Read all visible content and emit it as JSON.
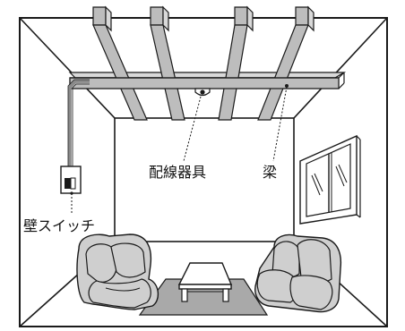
{
  "labels": {
    "fixture": "配線器具",
    "beam": "梁",
    "switch": "壁スイッチ"
  },
  "colors": {
    "line": "#1a1a1a",
    "beam_fill": "#bdbdbd",
    "beam_top": "#d9d9d9",
    "conduit": "#8a8a8a",
    "rug": "#a9a9a9",
    "sofa": "#cfcfcf",
    "background": "#ffffff"
  },
  "icons": [
    "wall-switch-icon",
    "ceiling-fixture-icon"
  ]
}
